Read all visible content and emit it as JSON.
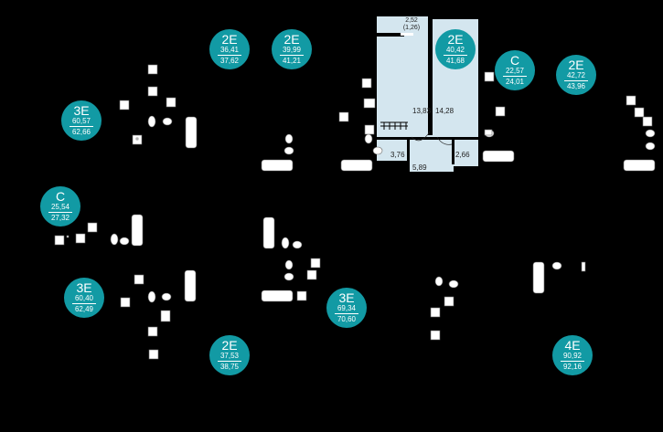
{
  "colors": {
    "badge": "#129aa4",
    "highlight": "#d4e6ef",
    "background": "#000000",
    "fixture": "#ffffff"
  },
  "units": [
    {
      "type": "2Е",
      "area": "36,41",
      "total": "37,62"
    },
    {
      "type": "2Е",
      "area": "39,99",
      "total": "41,21"
    },
    {
      "type": "2Е",
      "area": "40,42",
      "total": "41,68"
    },
    {
      "type": "С",
      "area": "22,57",
      "total": "24,01"
    },
    {
      "type": "2Е",
      "area": "42,72",
      "total": "43,96"
    },
    {
      "type": "3Е",
      "area": "60,57",
      "total": "62,66"
    },
    {
      "type": "С",
      "area": "25,54",
      "total": "27,32"
    },
    {
      "type": "3Е",
      "area": "60,40",
      "total": "62,49"
    },
    {
      "type": "3Е",
      "area": "69,34",
      "total": "70,60"
    },
    {
      "type": "2Е",
      "area": "37,53",
      "total": "38,75"
    },
    {
      "type": "4Е",
      "area": "90,92",
      "total": "92,16"
    }
  ],
  "selected_unit": {
    "balcony_area": "2,52",
    "balcony_area_reduced": "(1,26)",
    "rooms": [
      "13,83",
      "14,28",
      "3,76",
      "5,89",
      "2,66"
    ]
  }
}
